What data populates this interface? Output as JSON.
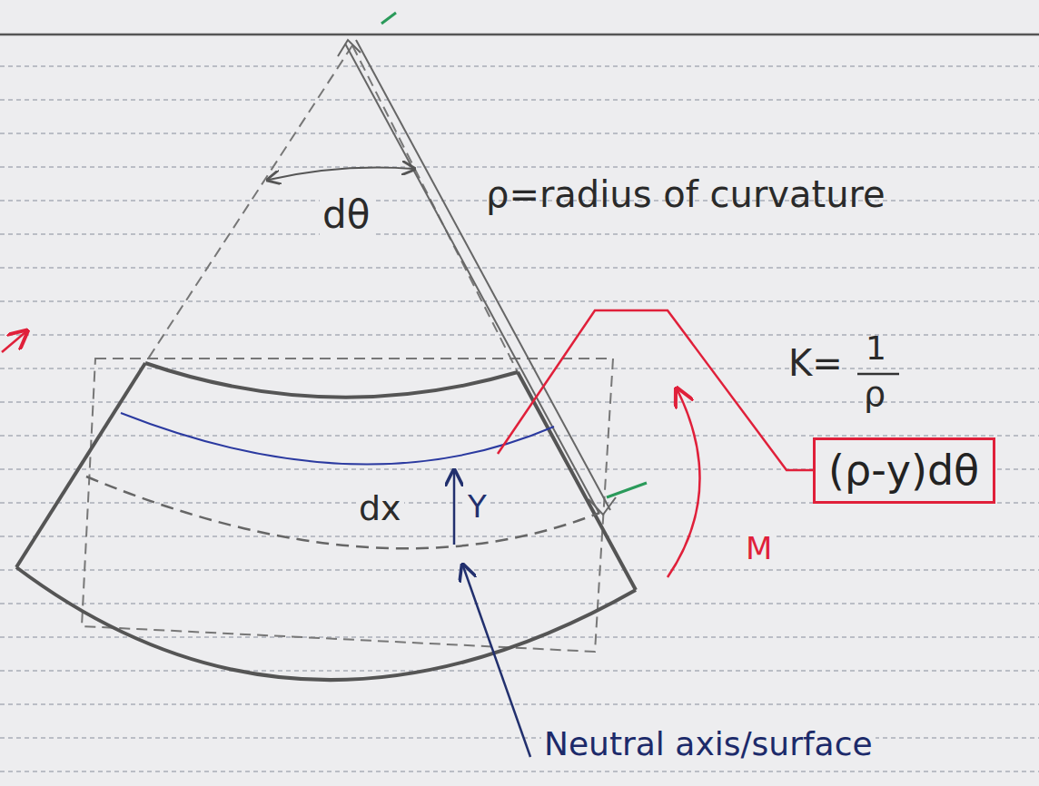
{
  "diagram": {
    "nodes": [
      {
        "text": [
          "(ρ-y)dθ"
        ]
      }
    ],
    "labels": [
      "dθ",
      "ρ=radius of curvature",
      "K=",
      "1",
      "ρ",
      "dx",
      "Y",
      "M",
      "Neutral axis/surface"
    ]
  }
}
